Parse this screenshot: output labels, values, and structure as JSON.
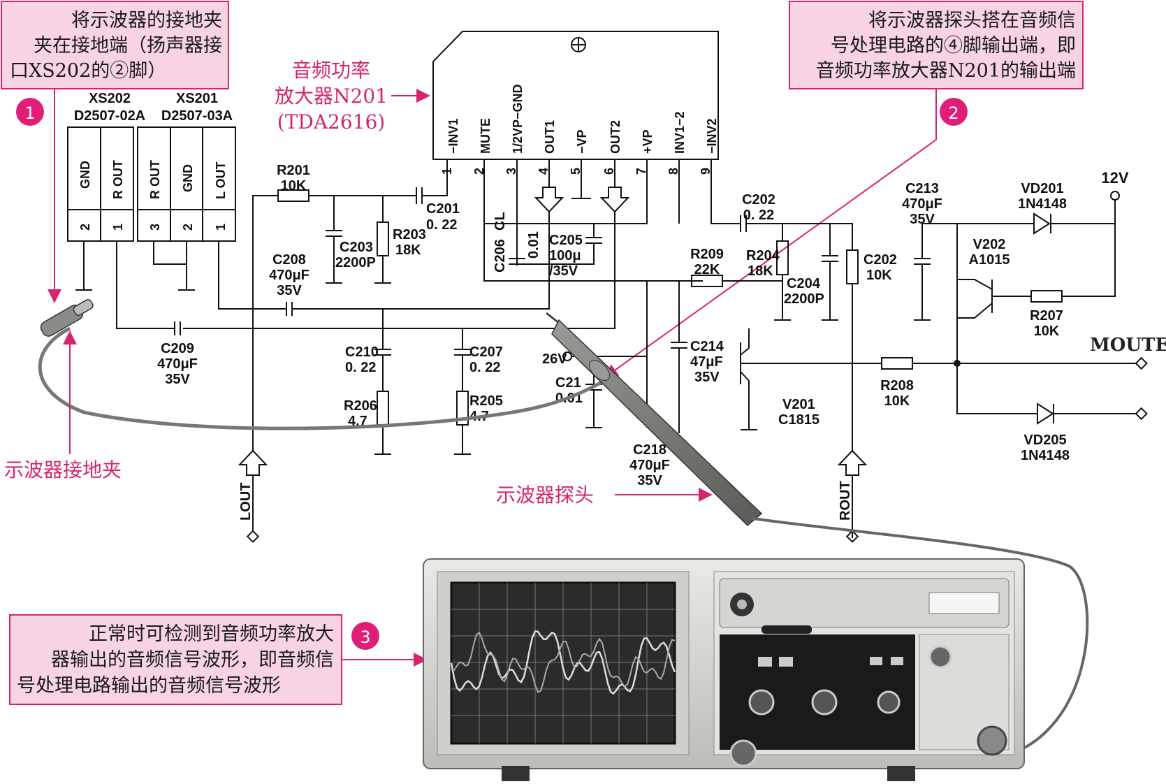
{
  "callouts": {
    "c1": {
      "num": "1",
      "lines": [
        "将示波器的接地夹",
        "夹在接地端（扬声器接",
        "口XS202的②脚）"
      ]
    },
    "c2": {
      "num": "2",
      "lines": [
        "将示波器探头搭在音频信",
        "号处理电路的④脚输出端，即",
        "音频功率放大器N201的输出端"
      ]
    },
    "c3": {
      "num": "3",
      "lines": [
        "正常时可检测到音频功率放大",
        "器输出的音频信号波形，即音频信",
        "号处理电路输出的音频信号波形"
      ]
    }
  },
  "labels": {
    "amp_l1": "音频功率",
    "amp_l2": "放大器N201",
    "amp_l3": "(TDA2616)",
    "probe": "示波器探头",
    "ground_clip": "示波器接地夹"
  },
  "ic": {
    "pins": [
      "−INV1",
      "MUTE",
      "1/2VP−GND",
      "OUT1",
      "−VP",
      "OUT2",
      "+VP",
      "INV1−2",
      "−INV2"
    ],
    "nums": [
      "1",
      "2",
      "3",
      "4",
      "5",
      "6",
      "7",
      "8",
      "9"
    ]
  },
  "connectors": {
    "xs202": {
      "name": "XS202",
      "part": "D2507-02A",
      "pins": [
        "GND",
        "R OUT"
      ],
      "nums": [
        "2",
        "1"
      ]
    },
    "xs201": {
      "name": "XS201",
      "part": "D2507-03A",
      "pins": [
        "R OUT",
        "GND",
        "L OUT"
      ],
      "nums": [
        "3",
        "2",
        "1"
      ]
    }
  },
  "components": {
    "r201": [
      "R201",
      "10K"
    ],
    "c201": [
      "C201",
      "0. 22"
    ],
    "c203": [
      "C203",
      "2200P"
    ],
    "r203": [
      "R203",
      "18K"
    ],
    "c206": [
      "C206",
      "0.01"
    ],
    "c205": [
      "C205",
      "100μ",
      "/35V"
    ],
    "c208": [
      "C208",
      "470μF",
      "35V"
    ],
    "c209": [
      "C209",
      "470μF",
      "35V"
    ],
    "c210": [
      "C210",
      "0. 22"
    ],
    "c207": [
      "C207",
      "0. 22"
    ],
    "r206": [
      "R206",
      "4.7"
    ],
    "r205": [
      "R205",
      "4.7"
    ],
    "c21x": [
      "C21",
      "0.01"
    ],
    "c218": [
      "C218",
      "470μF",
      "35V"
    ],
    "c202a": [
      "C202",
      "0. 22"
    ],
    "r209": [
      "R209",
      "22K"
    ],
    "r204": [
      "R204",
      "18K"
    ],
    "c204": [
      "C204",
      "2200P"
    ],
    "c202b": [
      "C202",
      "10K"
    ],
    "c214": [
      "C214",
      "47μF",
      "35V"
    ],
    "v201": [
      "V201",
      "C1815"
    ],
    "r208": [
      "R208",
      "10K"
    ],
    "c213": [
      "C213",
      "470μF",
      "35V"
    ],
    "vd201": [
      "VD201",
      "1N4148"
    ],
    "v202": [
      "V202",
      "A1015"
    ],
    "r207": [
      "R207",
      "10K"
    ],
    "vd205": [
      "VD205",
      "1N4148"
    ]
  },
  "nets": {
    "v12": "12V",
    "v26": "26V",
    "mute": "MOUTE",
    "lout": "LOUT",
    "rout": "ROUT",
    "c206cl": "CL"
  },
  "colors": {
    "accent": "#d6246e",
    "callout_bg": "#f7d3e4",
    "callout_border": "#d6246e"
  }
}
